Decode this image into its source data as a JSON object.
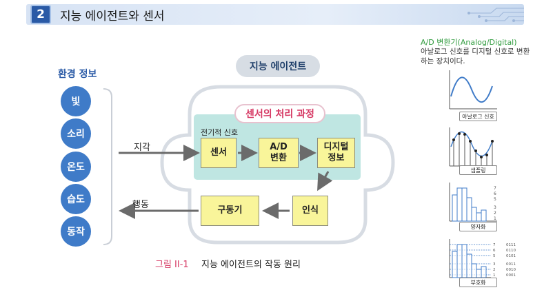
{
  "header": {
    "chapter_number": "2",
    "title": "지능 에이전트와 센서"
  },
  "environment": {
    "title": "환경 정보",
    "items": [
      "빛",
      "소리",
      "온도",
      "습도",
      "동작"
    ]
  },
  "agent": {
    "title": "지능 에이전트",
    "sensor_process_title": "센서의 처리 과정",
    "electric_signal": "전기적 신호",
    "boxes": {
      "sensor": "센서",
      "ad_line1": "A/D",
      "ad_line2": "변환",
      "digital_line1": "디지털",
      "digital_line2": "정보",
      "recognition": "인식",
      "actuator": "구동기"
    },
    "perception": "지각",
    "action": "행동"
  },
  "caption": {
    "number": "그림 II-1",
    "text": "지능 에이전트의 작동 원리"
  },
  "ad_converter": {
    "title": "A/D 변환기(Analog/Digital)",
    "description": "아날로그 신호를 디지털 신호로 변환하는 장치이다.",
    "panels": [
      "아날로그 신호",
      "샘플링",
      "양자화",
      "부호화"
    ],
    "quantize_levels": [
      "7",
      "6",
      "5",
      "3",
      "2",
      "1"
    ],
    "code_levels": [
      "7",
      "6",
      "5",
      "3",
      "2",
      "1"
    ],
    "codes": [
      "0111",
      "0110",
      "0101",
      "0011",
      "0010",
      "0001"
    ]
  }
}
